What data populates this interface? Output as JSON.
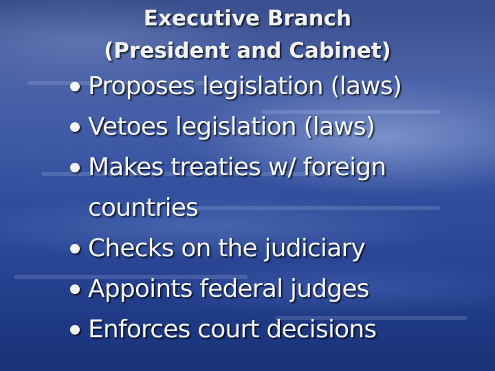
{
  "title": {
    "line1": "Executive Branch",
    "line2": "(President and Cabinet)"
  },
  "bullets": [
    "Proposes legislation (laws)",
    "Vetoes legislation (laws)",
    "Makes treaties w/ foreign countries",
    "Checks on the judiciary",
    "Appoints federal judges",
    "Enforces court decisions"
  ],
  "colors": {
    "text": "#f6f6f6",
    "background_top": "#3a4e8e",
    "background_bottom": "#1a3278"
  },
  "icons": {
    "bullet": "bullet-dot-icon"
  }
}
